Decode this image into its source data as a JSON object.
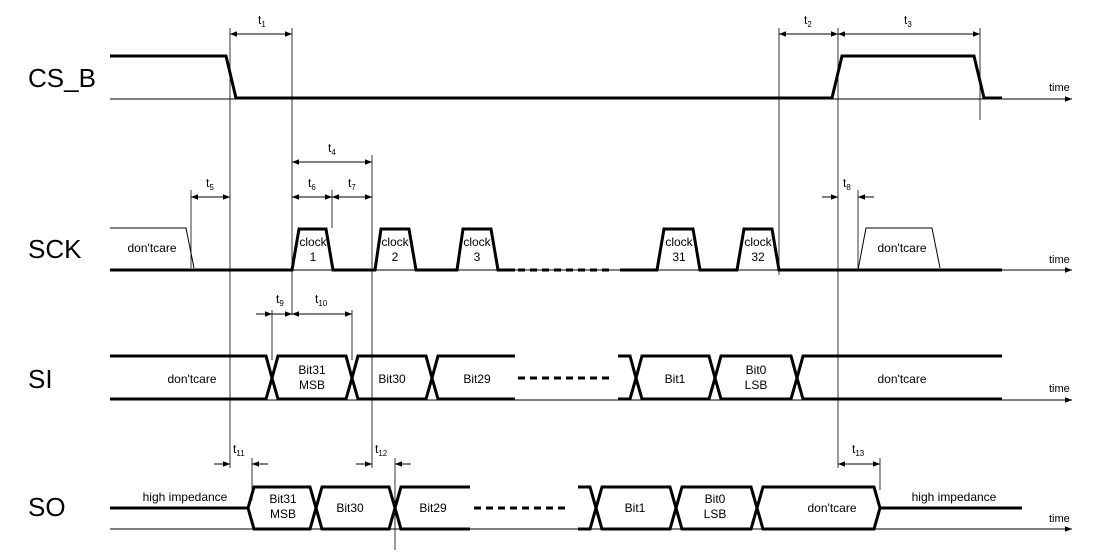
{
  "signals": [
    "CS_B",
    "SCK",
    "SI",
    "SO"
  ],
  "axis_label": "time",
  "timing_params": [
    {
      "t": "t",
      "sub": "1"
    },
    {
      "t": "t",
      "sub": "2"
    },
    {
      "t": "t",
      "sub": "3"
    },
    {
      "t": "t",
      "sub": "4"
    },
    {
      "t": "t",
      "sub": "5"
    },
    {
      "t": "t",
      "sub": "6"
    },
    {
      "t": "t",
      "sub": "7"
    },
    {
      "t": "t",
      "sub": "8"
    },
    {
      "t": "t",
      "sub": "9"
    },
    {
      "t": "t",
      "sub": "10"
    },
    {
      "t": "t",
      "sub": "11"
    },
    {
      "t": "t",
      "sub": "12"
    },
    {
      "t": "t",
      "sub": "13"
    }
  ],
  "sck": {
    "dontcare": "don'tcare",
    "clocks": [
      {
        "line1": "clock",
        "line2": "1"
      },
      {
        "line1": "clock",
        "line2": "2"
      },
      {
        "line1": "clock",
        "line2": "3"
      },
      {
        "line1": "clock",
        "line2": "31"
      },
      {
        "line1": "clock",
        "line2": "32"
      }
    ]
  },
  "si": {
    "dontcare": "don'tcare",
    "bits": [
      {
        "line1": "Bit31",
        "line2": "MSB"
      },
      {
        "line1": "Bit30",
        "line2": ""
      },
      {
        "line1": "Bit29",
        "line2": ""
      },
      {
        "line1": "Bit1",
        "line2": ""
      },
      {
        "line1": "Bit0",
        "line2": "LSB"
      }
    ]
  },
  "so": {
    "high_impedance": "high impedance",
    "dontcare": "don'tcare",
    "bits": [
      {
        "line1": "Bit31",
        "line2": "MSB"
      },
      {
        "line1": "Bit30",
        "line2": ""
      },
      {
        "line1": "Bit29",
        "line2": ""
      },
      {
        "line1": "Bit1",
        "line2": ""
      },
      {
        "line1": "Bit0",
        "line2": "LSB"
      }
    ]
  }
}
